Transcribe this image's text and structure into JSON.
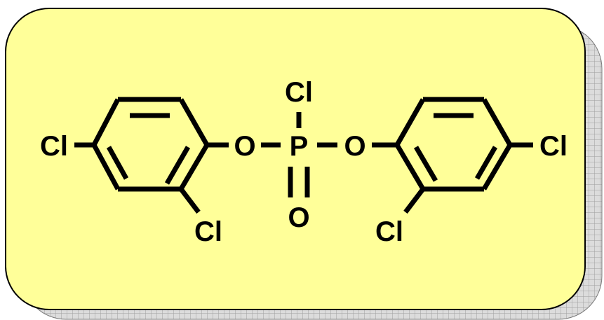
{
  "colors": {
    "card_fill": "#FFFF99",
    "card_border": "#000000",
    "shadow_fill": "#DCDCDC",
    "shadow_grid": "#9E9E9E",
    "bond": "#000000",
    "label": "#000000"
  },
  "molecule": {
    "atoms": {
      "cl_top": "Cl",
      "phosphorus": "P",
      "o_double": "O",
      "o_left": "O",
      "o_right": "O",
      "cl_left_para": "Cl",
      "cl_left_ortho": "Cl",
      "cl_right_para": "Cl",
      "cl_right_ortho": "Cl"
    }
  }
}
